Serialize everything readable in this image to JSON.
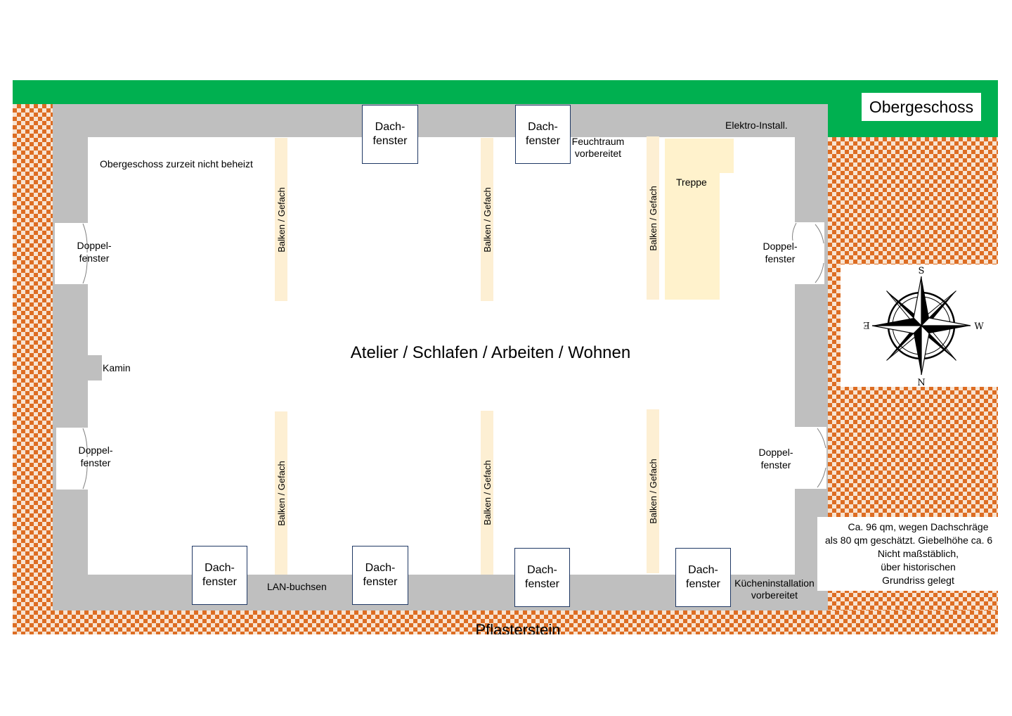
{
  "title": "Obergeschoss",
  "room": {
    "main_label": "Atelier / Schlafen / Arbeiten / Wohnen",
    "heating_note": "Obergeschoss zurzeit nicht beheizt",
    "electrical": "Elektro-Install.",
    "wet_room": {
      "line1": "Feuchtraum",
      "line2": "vorbereitet"
    },
    "stairs": "Treppe",
    "fireplace": "Kamin",
    "lan": "LAN-buchsen",
    "kitchen": {
      "line1": "Kücheninstallation",
      "line2": "vorbereitet"
    }
  },
  "skylights": [
    {
      "line1": "Dach-",
      "line2": "fenster"
    },
    {
      "line1": "Dach-",
      "line2": "fenster"
    },
    {
      "line1": "Dach-",
      "line2": "fenster"
    },
    {
      "line1": "Dach-",
      "line2": "fenster"
    },
    {
      "line1": "Dach-",
      "line2": "fenster"
    },
    {
      "line1": "Dach-",
      "line2": "fenster"
    }
  ],
  "double_windows": [
    {
      "line1": "Doppel-",
      "line2": "fenster"
    },
    {
      "line1": "Doppel-",
      "line2": "fenster"
    },
    {
      "line1": "Doppel-",
      "line2": "fenster"
    },
    {
      "line1": "Doppel-",
      "line2": "fenster"
    }
  ],
  "beams": [
    "Balken / Gefach",
    "Balken / Gefach",
    "Balken / Gefach",
    "Balken / Gefach",
    "Balken / Gefach",
    "Balken / Gefach"
  ],
  "ground": "Pflasterstein",
  "compass": {
    "north": "N",
    "south": "S",
    "east": "E",
    "west": "W"
  },
  "note": [
    "Ca. 96 qm, wegen Dachschräge",
    "als 80 qm geschätzt. Giebelhöhe ca. 6",
    "Nicht maßstäblich,",
    "über historischen",
    "Grundriss gelegt"
  ],
  "colors": {
    "green": "#00b050",
    "wall": "#bfbfbf",
    "paving": "#dd6d23",
    "beam": "#fdefd3",
    "stairs": "#fff2cc",
    "skylight_border": "#1f3864"
  }
}
